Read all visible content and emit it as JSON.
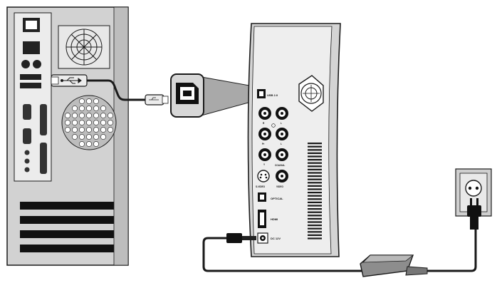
{
  "labels": {
    "usb": "USB 2.0",
    "r_top": "R",
    "l_top": "L",
    "pr": "Pr",
    "l_mid": "L",
    "y": "Y",
    "coaxial": "COAXIAL",
    "svideo": "S-VIDEO",
    "video": "VIDEO",
    "optical": "OPTICAL",
    "hdmi": "HDMI",
    "dc": "DC 12V"
  },
  "icons": [
    "usb-icon",
    "fan-grille-icon",
    "power-plug-icon",
    "wall-outlet-icon"
  ],
  "colors": {
    "line": "#1a1a1a",
    "panel": "#e6e6e6",
    "tower": "#cfcfcf",
    "cable": "#222222"
  }
}
